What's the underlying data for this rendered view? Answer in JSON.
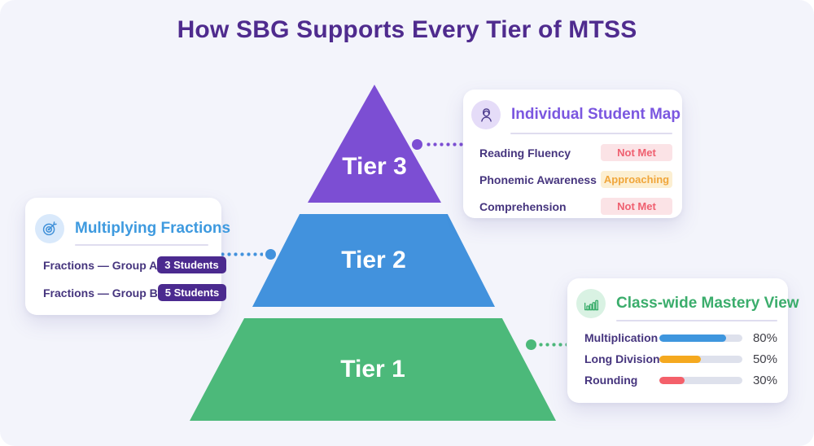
{
  "page": {
    "title": "How SBG Supports Every Tier of MTSS",
    "background_color": "#F3F4FB",
    "title_color": "#4F2B8E"
  },
  "pyramid": {
    "tiers": [
      {
        "label": "Tier 3",
        "color": "#7C4ED3"
      },
      {
        "label": "Tier 2",
        "color": "#4292DD"
      },
      {
        "label": "Tier 1",
        "color": "#4CB97A"
      }
    ]
  },
  "cards": {
    "small_groups": {
      "icon": "target-icon",
      "title": "Multiplying Fractions",
      "accent_color": "#3E9ADF",
      "badge_color": "#4B2A8F",
      "rows": [
        {
          "label": "Fractions — Group A",
          "badge": "3 Students"
        },
        {
          "label": "Fractions — Group B",
          "badge": "5 Students"
        }
      ]
    },
    "student_map": {
      "icon": "student-icon",
      "title": "Individual Student Map",
      "accent_color": "#7B57E0",
      "rows": [
        {
          "label": "Reading Fluency",
          "status": "Not Met",
          "status_colors": "#FBE3E6/#EF6070"
        },
        {
          "label": "Phonemic Awareness",
          "status": "Approaching",
          "status_colors": "#FCEFD2/#F0A63B"
        },
        {
          "label": "Comprehension",
          "status": "Not Met",
          "status_colors": "#FBE3E6/#EF6070"
        }
      ]
    },
    "mastery_view": {
      "icon": "bar-chart-icon",
      "title": "Class-wide Mastery View",
      "accent_color": "#3BAD6C",
      "rows": [
        {
          "label": "Multiplication",
          "percent": "80%",
          "bar_color": "#3E96DE"
        },
        {
          "label": "Long Division",
          "percent": "50%",
          "bar_color": "#F5A91F"
        },
        {
          "label": "Rounding",
          "percent": "30%",
          "bar_color": "#F4606A"
        }
      ]
    }
  }
}
